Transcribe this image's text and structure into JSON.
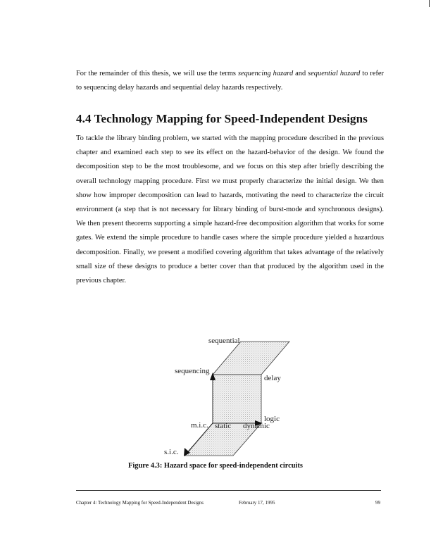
{
  "intro": {
    "before": "For the remainder of this thesis, we will use the terms ",
    "term1": "sequencing hazard",
    "middle": " and ",
    "term2": "sequential hazard",
    "after": " to refer to sequencing delay hazards and sequential delay hazards respectively."
  },
  "section": {
    "heading": "4.4 Technology Mapping for Speed-Independent Designs",
    "body": "To tackle the library binding problem, we started with the mapping procedure described in the previous chapter and examined each step to see its effect on the hazard-behavior of the design. We found the decomposition step to be the most troublesome, and we focus on this step after briefly describing the overall technology mapping procedure. First we must properly characterize the initial design. We then show how improper decomposition can lead to hazards, motivating the need to characterize the circuit environment (a step that is not necessary for library binding of burst-mode and synchronous designs). We then present theorems supporting a simple hazard-free decomposition algorithm that works for some gates. We extend the simple procedure to handle cases where the simple procedure yielded a hazardous decomposition. Finally, we present a modified covering algorithm that takes advantage of the relatively small size of these designs to produce a better cover than that produced by the algorithm used in the previous chapter."
  },
  "figure": {
    "labels": {
      "sequential": "sequential",
      "sequencing": "sequencing",
      "delay": "delay",
      "logic": "logic",
      "mic": "m.i.c.",
      "static": "static",
      "dynamic": "dynamic",
      "sic": "s.i.c."
    },
    "caption": "Figure 4.3: Hazard space for speed-independent circuits"
  },
  "footer": {
    "chapter": "Chapter 4: Technology Mapping for Speed-Independent Designs",
    "date": "February 17, 1995",
    "page": "99"
  }
}
